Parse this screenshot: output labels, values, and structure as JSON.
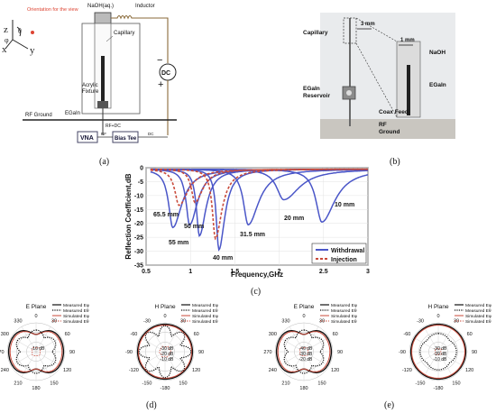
{
  "panels": {
    "a": {
      "caption": "(a)",
      "labels": {
        "naoh": "NaOH(aq.)",
        "inductor": "Inductor",
        "orientation": "Orientation for the view",
        "capillary": "Capillary",
        "acrylic1": "Acrylic",
        "acrylic2": "Fixture",
        "egain": "EGaIn",
        "rf_ground": "RF Ground",
        "rf_dc": "RF+DC",
        "vna": "VNA",
        "bias_tee": "Bias Tee",
        "rf": "RF",
        "dc": "DC",
        "dc_source": "DC",
        "minus": "−",
        "plus": "+",
        "axis_x": "x",
        "axis_y": "y",
        "axis_z": "z",
        "axis_phi": "φ",
        "axis_theta": "θ"
      }
    },
    "b": {
      "caption": "(b)",
      "labels": {
        "capillary": "Capillary",
        "scale_3mm": "3 mm",
        "scale_1mm": "1 mm",
        "naoh": "NaOH",
        "egain": "EGaIn",
        "reservoir1": "EGaIn",
        "reservoir2": "Reservoir",
        "coax": "Coax Feed",
        "rf1": "RF",
        "rf2": "Ground"
      }
    },
    "c": {
      "caption": "(c)"
    },
    "d": {
      "caption": "(d)",
      "e_title": "E Plane",
      "h_title": "H Plane",
      "e_center": "-10 dB",
      "h_inner1": "-30 dB",
      "h_inner2": "-20 dB",
      "h_inner3": "-10 dB"
    },
    "e": {
      "caption": "(e)",
      "e_title": "E Plane",
      "h_title": "H Plane",
      "e_inner1": "-40 dB",
      "e_inner2": "-30 dB",
      "e_inner3": "-20 dB",
      "h_inner1": "-30 dB",
      "h_inner2": "-20 dB",
      "h_inner3": "-10 dB"
    },
    "polar_legend": [
      "Measured Eφ",
      "Measured Eθ",
      "Simulated Eφ",
      "Simulated Eθ"
    ],
    "polar_angles_e": [
      "0",
      "30",
      "60",
      "90",
      "120",
      "150",
      "180",
      "210",
      "240",
      "270",
      "300",
      "330"
    ],
    "polar_angles_h": [
      "0",
      "30",
      "60",
      "90",
      "120",
      "150",
      "-180",
      "-150",
      "-120",
      "-90",
      "-60",
      "-30"
    ]
  },
  "chart_data": {
    "type": "line",
    "xlabel": "Frequency,GHz",
    "ylabel": "Reflection Coefficient,dB",
    "xlim": [
      0.5,
      3
    ],
    "ylim": [
      -35,
      0
    ],
    "xticks": [
      "0.5",
      "1",
      "1.5",
      "2",
      "2.5",
      "3"
    ],
    "yticks": [
      "0",
      "-5",
      "-10",
      "-15",
      "-20",
      "-25",
      "-30",
      "-35"
    ],
    "legend_placement": "bottom-right",
    "series": [
      {
        "name": "Withdrawal",
        "color": "#4a56c8",
        "style": "solid",
        "curves": [
          {
            "f0": 0.8,
            "depth": -21,
            "width": 0.07
          },
          {
            "f0": 0.99,
            "depth": -20,
            "width": 0.06
          },
          {
            "f0": 1.1,
            "depth": -24,
            "width": 0.05
          },
          {
            "f0": 1.32,
            "depth": -29,
            "width": 0.045
          },
          {
            "f0": 1.65,
            "depth": -20,
            "width": 0.08
          },
          {
            "f0": 2.05,
            "depth": -11,
            "width": 0.12
          },
          {
            "f0": 2.48,
            "depth": -19,
            "width": 0.1
          }
        ]
      },
      {
        "name": "Injection",
        "color": "#c94a3a",
        "style": "dashed",
        "curves": [
          {
            "f0": 0.87,
            "depth": -13,
            "width": 0.07
          },
          {
            "f0": 1.05,
            "depth": -12,
            "width": 0.06
          },
          {
            "f0": 1.28,
            "depth": -25,
            "width": 0.05
          }
        ]
      }
    ],
    "annotations": [
      "65.5 mm",
      "55 mm",
      "50 mm",
      "40 mm",
      "31.5 mm",
      "20 mm",
      "10 mm"
    ]
  }
}
